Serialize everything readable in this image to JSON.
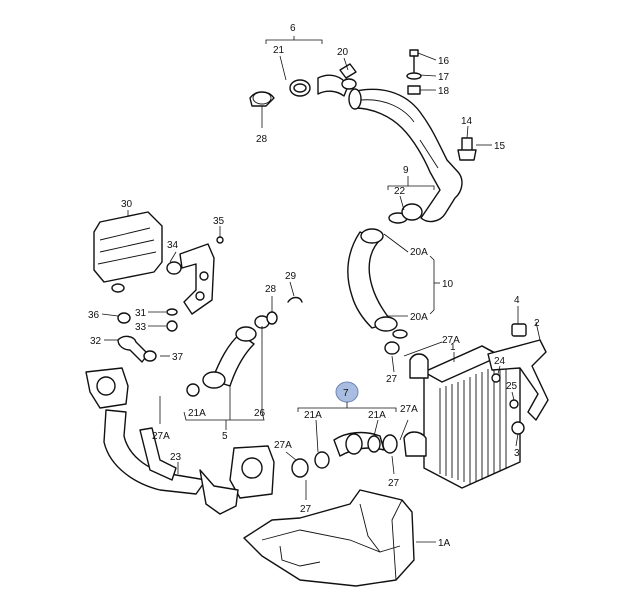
{
  "callouts": [
    "6",
    "21",
    "20",
    "16",
    "17",
    "18",
    "28",
    "14",
    "15",
    "9",
    "22",
    "20A",
    "10",
    "30",
    "35",
    "34",
    "31",
    "33",
    "36",
    "32",
    "37",
    "29",
    "28",
    "5",
    "21A",
    "26",
    "27A",
    "23",
    "27",
    "7",
    "21A",
    "21A",
    "27A",
    "27A",
    "27",
    "20A",
    "27A",
    "27",
    "1",
    "4",
    "2",
    "24",
    "25",
    "3",
    "1A"
  ],
  "highlight_color": "#a9bde0",
  "line_color": "#111111"
}
